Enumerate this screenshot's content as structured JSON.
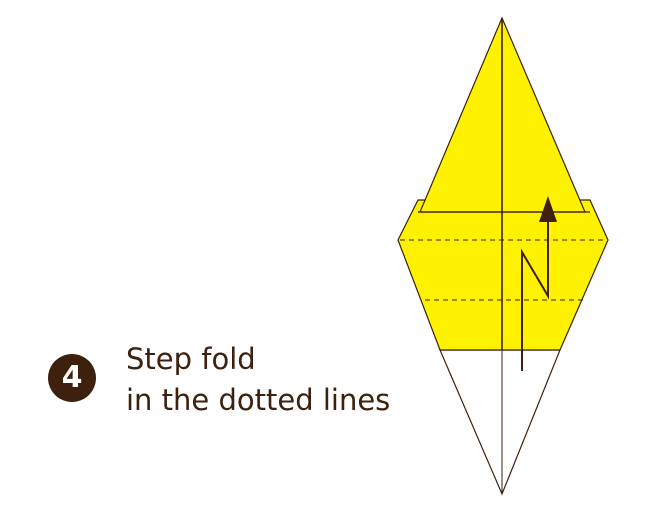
{
  "step": {
    "number": "4",
    "instruction_line1": "Step fold",
    "instruction_line2": "in the dotted lines"
  },
  "colors": {
    "paper_front": "#fff200",
    "paper_back": "#ffffff",
    "outline": "#3d200e",
    "badge": "#3d200e"
  },
  "diagram": {
    "subject": "origami step-fold diagram",
    "fold_lines": [
      "dotted-upper",
      "dotted-lower"
    ],
    "arrow": "step-fold-arrow-up"
  }
}
